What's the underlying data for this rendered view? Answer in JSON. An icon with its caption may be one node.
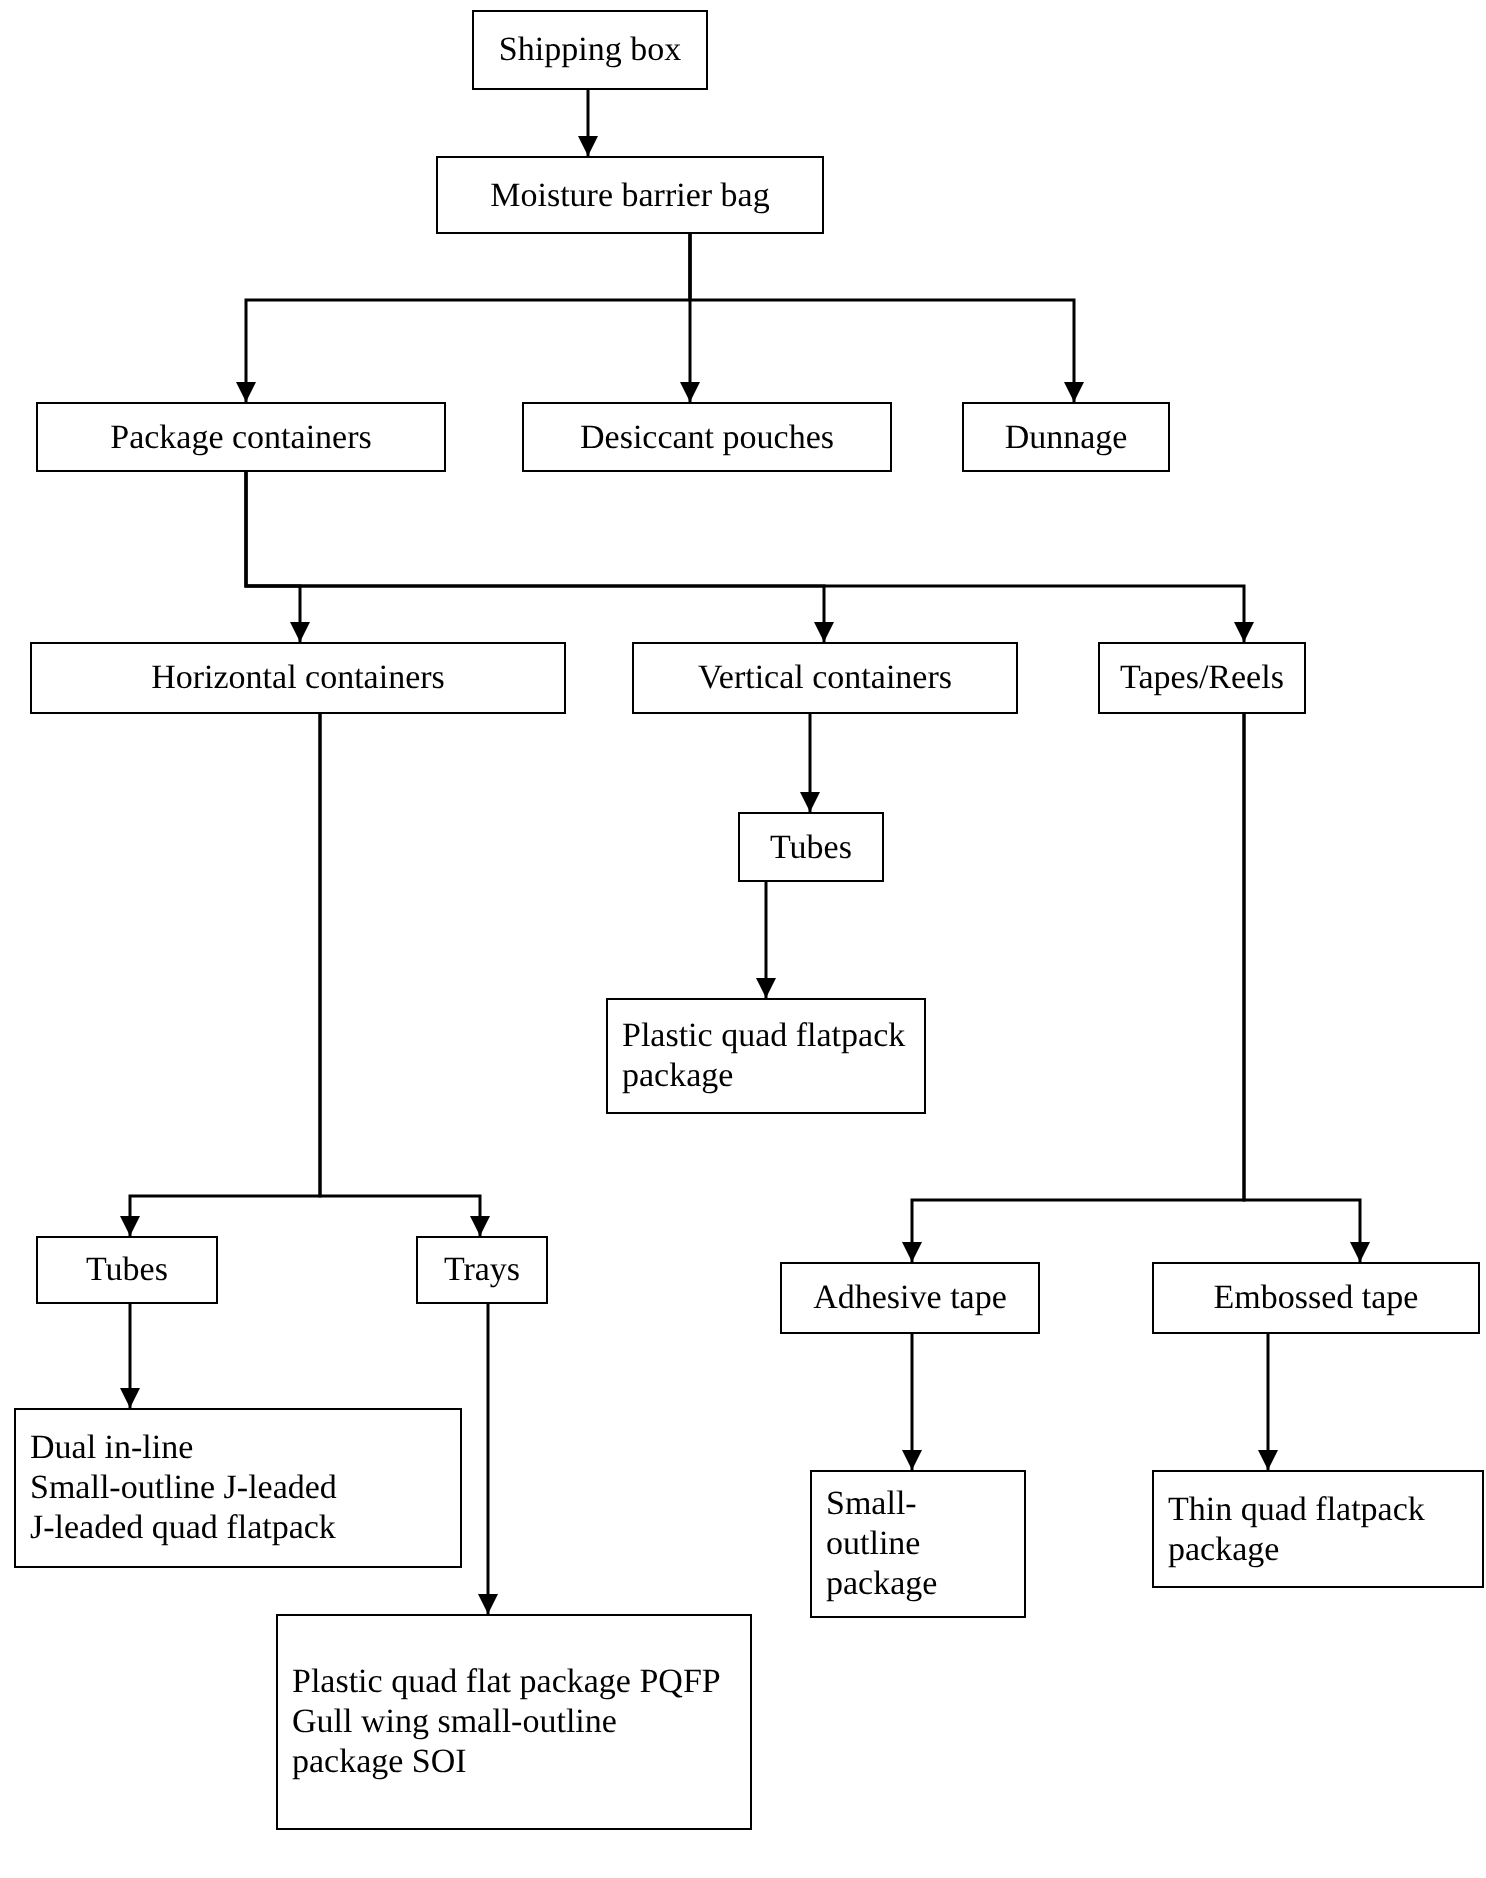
{
  "diagram": {
    "nodes": [
      {
        "text": [
          "Shipping box"
        ]
      },
      {
        "text": [
          "Moisture barrier bag"
        ]
      },
      {
        "text": [
          "Package containers"
        ]
      },
      {
        "text": [
          "Desiccant pouches"
        ]
      },
      {
        "text": [
          "Dunnage"
        ]
      },
      {
        "text": [
          "Horizontal containers"
        ]
      },
      {
        "text": [
          "Vertical containers"
        ]
      },
      {
        "text": [
          "Tapes/Reels"
        ]
      },
      {
        "text": [
          "Tubes"
        ]
      },
      {
        "text": [
          "Plastic quad flatpack package"
        ]
      },
      {
        "text": [
          "Tubes"
        ]
      },
      {
        "text": [
          "Trays"
        ]
      },
      {
        "text": [
          "Dual in-line",
          "Small-outline J-leaded",
          "J-leaded quad flatpack"
        ]
      },
      {
        "text": [
          "Plastic quad flat package PQFP",
          "Gull wing small-outline package SOI"
        ]
      },
      {
        "text": [
          "Adhesive tape"
        ]
      },
      {
        "text": [
          "Embossed tape"
        ]
      },
      {
        "text": [
          "Small-outline package"
        ]
      },
      {
        "text": [
          "Thin quad flatpack package"
        ]
      }
    ],
    "edges": [
      {
        "from": 0,
        "to": 1,
        "arrow": "to"
      },
      {
        "from": 1,
        "to": 2,
        "arrow": "to"
      },
      {
        "from": 1,
        "to": 3,
        "arrow": "to"
      },
      {
        "from": 1,
        "to": 4,
        "arrow": "to"
      },
      {
        "from": 2,
        "to": 5,
        "arrow": "to"
      },
      {
        "from": 2,
        "to": 6,
        "arrow": "to"
      },
      {
        "from": 2,
        "to": 7,
        "arrow": "to"
      },
      {
        "from": 6,
        "to": 8,
        "arrow": "to"
      },
      {
        "from": 8,
        "to": 9,
        "arrow": "to"
      },
      {
        "from": 5,
        "to": 10,
        "arrow": "to"
      },
      {
        "from": 5,
        "to": 11,
        "arrow": "to"
      },
      {
        "from": 10,
        "to": 12,
        "arrow": "to"
      },
      {
        "from": 11,
        "to": 13,
        "arrow": "to"
      },
      {
        "from": 7,
        "to": 14,
        "arrow": "to"
      },
      {
        "from": 7,
        "to": 15,
        "arrow": "to"
      },
      {
        "from": 14,
        "to": 16,
        "arrow": "to"
      },
      {
        "from": 15,
        "to": 17,
        "arrow": "to"
      }
    ]
  }
}
